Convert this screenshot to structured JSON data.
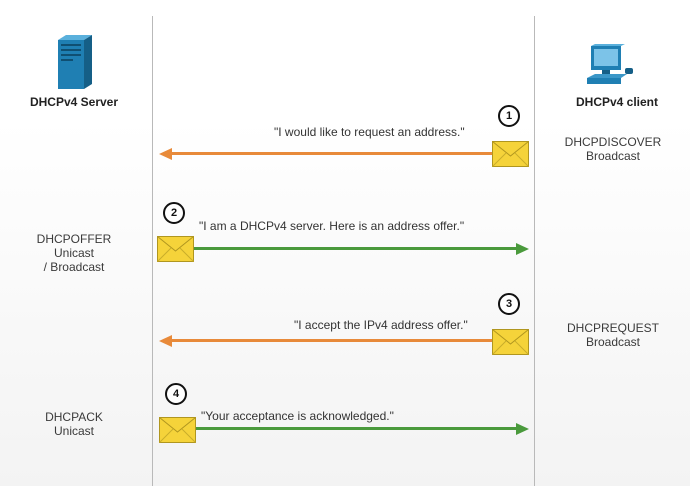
{
  "actors": {
    "server_label": "DHCPv4 Server",
    "client_label": "DHCPv4 client"
  },
  "steps": [
    {
      "number": "1",
      "message": "\"I would like to request an address.\"",
      "packet_type": "DHCPDISCOVER",
      "delivery": "Broadcast"
    },
    {
      "number": "2",
      "message": "\"I am a DHCPv4 server. Here is an address offer.\"",
      "packet_type": "DHCPOFFER",
      "delivery_line1": "Unicast",
      "delivery_line2": "/ Broadcast"
    },
    {
      "number": "3",
      "message": "\"I accept the IPv4 address offer.\"",
      "packet_type": "DHCPREQUEST",
      "delivery": "Broadcast"
    },
    {
      "number": "4",
      "message": "\"Your acceptance is acknowledged.\"",
      "packet_type": "DHCPACK",
      "delivery": "Unicast"
    }
  ],
  "colors": {
    "client_to_server_arrow": "#e88a3a",
    "server_to_client_arrow": "#4a9a3c",
    "envelope": "#f5d33a",
    "device_blue": "#1f7fb3"
  },
  "icons": {
    "server": "server-icon",
    "client": "desktop-computer-icon",
    "message": "envelope-icon"
  }
}
